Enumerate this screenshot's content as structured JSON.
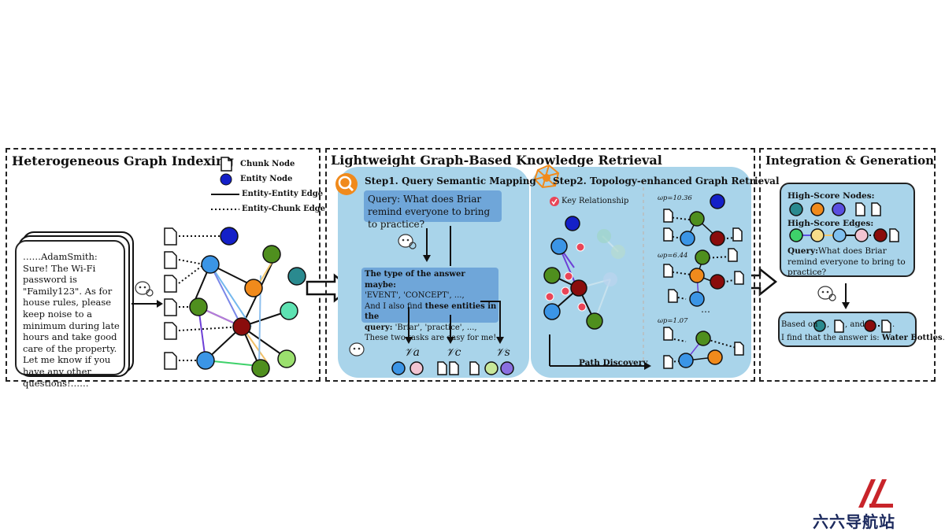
{
  "panels": {
    "indexing": {
      "title": "Heterogeneous Graph Indexing",
      "legend": {
        "chunk_node": "Chunk Node",
        "entity_node": "Entity Node",
        "entity_entity_edge": "Entity-Entity Edge",
        "entity_chunk_edge": "Entity-Chunk Edge"
      },
      "document_text": "……AdamSmith: Sure! The Wi-Fi password is \"Family123\". As for house rules, please keep noise to a minimum during late hours and take good care of the property. Let me know if you have any other questions!……"
    },
    "retrieval": {
      "title": "Lightweight Graph-Based Knowledge Retrieval",
      "step1": {
        "title": "Step1. Query Semantic Mapping",
        "query": "Query: What does Briar remind everyone to bring to practice?",
        "answer_line1_bold": "The type of the answer maybe:",
        "answer_line2": "'EVENT', 'CONCEPT', ...,",
        "answer_line3_a": "And I also find ",
        "answer_line3_b": "these entities in the",
        "answer_line4_bold": "query:",
        "answer_line4_rest": " 'Briar', 'practice', ...,",
        "answer_line5": "These two tasks are easy for me!",
        "set_labels": [
          "𝒱a",
          "𝒱c",
          "𝒱s"
        ]
      },
      "step2": {
        "title": "Step2. Topology-enhanced Graph Retrieval",
        "key_relationship": "Key Relationship",
        "path_discovery": "Path Discovery",
        "scores": [
          "ωp=10.36",
          "ωp=6.44",
          "ωp=1.07"
        ],
        "ellipsis": "…"
      }
    },
    "generation": {
      "title": "Integration & Generation",
      "high_score_nodes": "High-Score Nodes:",
      "high_score_edges": "High-Score Edges:",
      "query_label": "Query:",
      "query_text": "What does Briar remind everyone to bring to practice?",
      "based_on": "Based on",
      "comma": ",",
      "and": ", and",
      "period": ".",
      "answer_prefix": "I find that the answer is: ",
      "answer": "Water Bottles",
      "answer_suffix": "."
    }
  },
  "watermark": "六六导航站",
  "colors": {
    "panel_fill": "#a9d4ea",
    "highlight": "#6fa6d9",
    "entity_blue": "#1420c8",
    "green": "#4f8f1e",
    "light_blue": "#3b95e6",
    "orange": "#f08a1c",
    "dark_red": "#8a0c0c",
    "teal": "#2a8a8f",
    "watermark_red": "#c8242a",
    "watermark_navy": "#1c2a5e"
  }
}
